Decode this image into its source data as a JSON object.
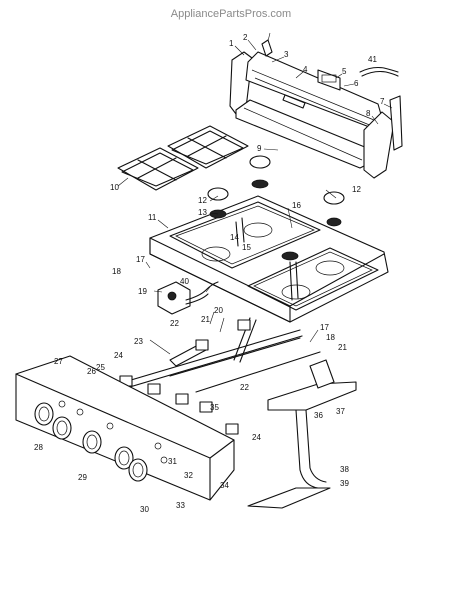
{
  "watermark": "AppliancePartsPros.com",
  "callouts": [
    {
      "id": "c1",
      "text": "1"
    },
    {
      "id": "c2",
      "text": "2"
    },
    {
      "id": "c3",
      "text": "3"
    },
    {
      "id": "c4",
      "text": "4"
    },
    {
      "id": "c5",
      "text": "5"
    },
    {
      "id": "c6",
      "text": "6"
    },
    {
      "id": "c7",
      "text": "7"
    },
    {
      "id": "c8",
      "text": "8"
    },
    {
      "id": "c9",
      "text": "9"
    },
    {
      "id": "c10",
      "text": "10"
    },
    {
      "id": "c11",
      "text": "11"
    },
    {
      "id": "c12a",
      "text": "12"
    },
    {
      "id": "c12b",
      "text": "12"
    },
    {
      "id": "c13",
      "text": "13"
    },
    {
      "id": "c14",
      "text": "14"
    },
    {
      "id": "c15",
      "text": "15"
    },
    {
      "id": "c16",
      "text": "16"
    },
    {
      "id": "c17a",
      "text": "17"
    },
    {
      "id": "c17b",
      "text": "17"
    },
    {
      "id": "c18a",
      "text": "18"
    },
    {
      "id": "c18b",
      "text": "18"
    },
    {
      "id": "c19",
      "text": "19"
    },
    {
      "id": "c20",
      "text": "20"
    },
    {
      "id": "c21a",
      "text": "21"
    },
    {
      "id": "c21b",
      "text": "21"
    },
    {
      "id": "c22a",
      "text": "22"
    },
    {
      "id": "c22b",
      "text": "22"
    },
    {
      "id": "c23",
      "text": "23"
    },
    {
      "id": "c24a",
      "text": "24"
    },
    {
      "id": "c24b",
      "text": "24"
    },
    {
      "id": "c25",
      "text": "25"
    },
    {
      "id": "c26",
      "text": "26"
    },
    {
      "id": "c27",
      "text": "27"
    },
    {
      "id": "c28",
      "text": "28"
    },
    {
      "id": "c29",
      "text": "29"
    },
    {
      "id": "c30",
      "text": "30"
    },
    {
      "id": "c31",
      "text": "31"
    },
    {
      "id": "c32",
      "text": "32"
    },
    {
      "id": "c33",
      "text": "33"
    },
    {
      "id": "c34",
      "text": "34"
    },
    {
      "id": "c35",
      "text": "35"
    },
    {
      "id": "c36",
      "text": "36"
    },
    {
      "id": "c37",
      "text": "37"
    },
    {
      "id": "c38",
      "text": "38"
    },
    {
      "id": "c39",
      "text": "39"
    },
    {
      "id": "c40",
      "text": "40"
    },
    {
      "id": "c41",
      "text": "41"
    }
  ]
}
